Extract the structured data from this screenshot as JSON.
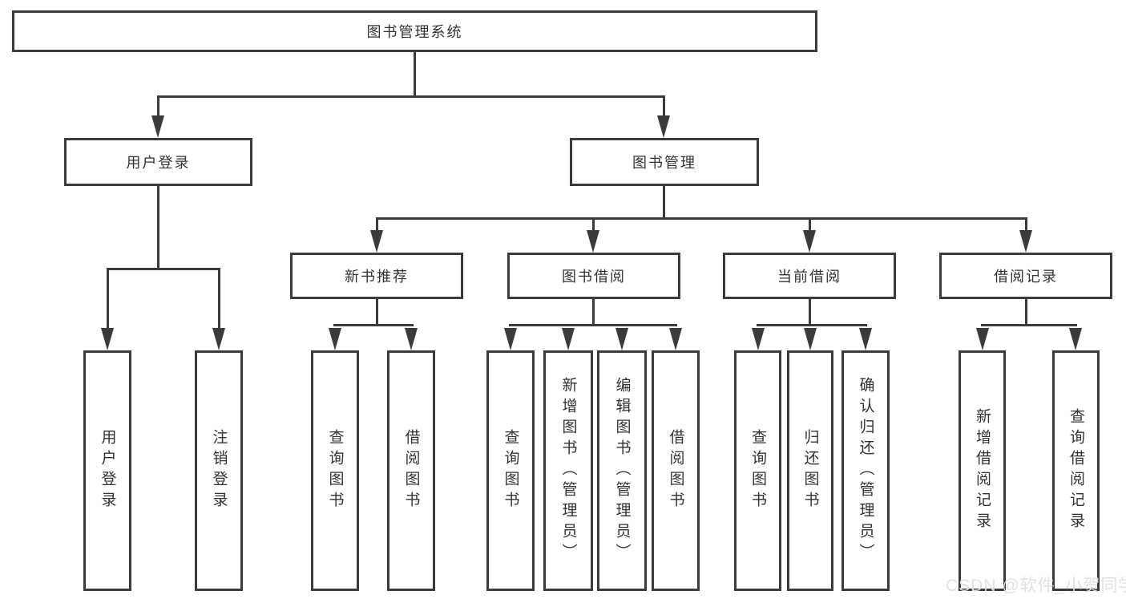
{
  "tree": {
    "root": "图书管理系统",
    "branches": [
      {
        "label": "用户登录",
        "leaves": [
          "用户登录",
          "注销登录"
        ]
      },
      {
        "label": "图书管理",
        "groups": [
          {
            "label": "新书推荐",
            "leaves": [
              "查询图书",
              "借阅图书"
            ]
          },
          {
            "label": "图书借阅",
            "leaves": [
              "查询图书",
              "新增图书（管理员）",
              "编辑图书（管理员）",
              "借阅图书"
            ]
          },
          {
            "label": "当前借阅",
            "leaves": [
              "查询图书",
              "归还图书",
              "确认归还（管理员）"
            ]
          },
          {
            "label": "借阅记录",
            "leaves": [
              "新增借阅记录",
              "查询借阅记录"
            ]
          }
        ]
      }
    ]
  },
  "watermark": {
    "text": "CSDN @软件_小贺同学"
  },
  "colors": {
    "line": "#3b3b3b",
    "box_background": "#ffffff",
    "text": "#333333",
    "watermark": "#e0e0e0"
  }
}
